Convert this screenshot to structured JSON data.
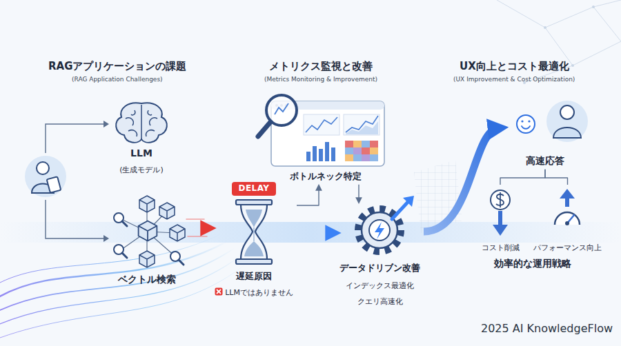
{
  "diagram": {
    "nodes": [
      {
        "text": [
          "LLM",
          "(生成モデル)"
        ]
      },
      {
        "text": [
          "ベクトル検索"
        ]
      },
      {
        "text": [
          "DELAY",
          "遅延原因",
          "LLMではありません"
        ]
      },
      {
        "text": [
          "ボトルネック特定"
        ]
      },
      {
        "text": [
          "データドリブン改善",
          "インデックス最適化",
          "クエリ高速化"
        ]
      },
      {
        "text": [
          "高速応答"
        ]
      },
      {
        "text": [
          "コスト削減"
        ]
      },
      {
        "text": [
          "パフォーマンス向上"
        ]
      }
    ],
    "edges": [
      {
        "from": 1,
        "to": 2,
        "arrow": "to"
      },
      {
        "from": 2,
        "to": 4,
        "arrow": "to"
      },
      {
        "from": 2,
        "to": 3,
        "arrow": "to"
      },
      {
        "from": 3,
        "to": 4,
        "arrow": "to"
      },
      {
        "from": 4,
        "to": 5,
        "arrow": "to"
      },
      {
        "from": 5,
        "to": 6,
        "arrow": "none"
      },
      {
        "from": 5,
        "to": 7,
        "arrow": "none"
      }
    ],
    "labels": [
      "RAGアプリケーションの課題",
      "(RAG Application Challenges)",
      "メトリクス監視と改善",
      "(Metrics Monitoring & Improvement)",
      "UX向上とコスト最適化",
      "(UX Improvement & Cost Optimization)",
      "効率的な運用戦略",
      "2025 AI KnowledgeFlow"
    ]
  }
}
